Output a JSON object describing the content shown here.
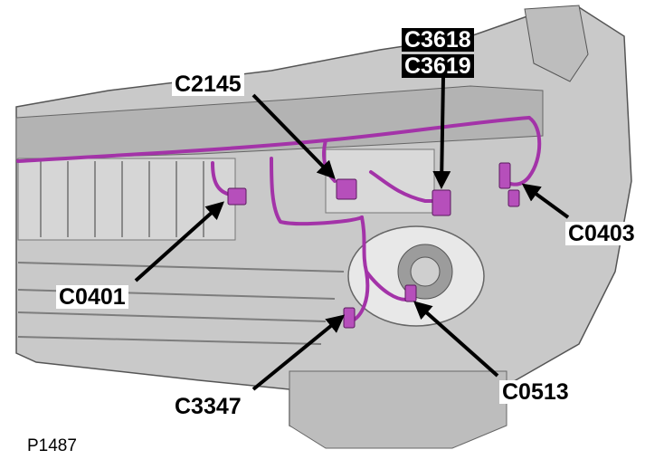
{
  "figure_ref": "P1487",
  "callouts": [
    {
      "id": "c2145",
      "text": "C2145"
    },
    {
      "id": "c3618",
      "text": "C3618"
    },
    {
      "id": "c3619",
      "text": "C3619"
    },
    {
      "id": "c0401",
      "text": "C0401"
    },
    {
      "id": "c0403",
      "text": "C0403"
    },
    {
      "id": "c3347",
      "text": "C3347"
    },
    {
      "id": "c0513",
      "text": "C0513"
    }
  ],
  "colors": {
    "harness": "#a333a8",
    "bumper": "#c9c9c9",
    "bumper_dark": "#8e8e8e",
    "background": "#ffffff"
  }
}
